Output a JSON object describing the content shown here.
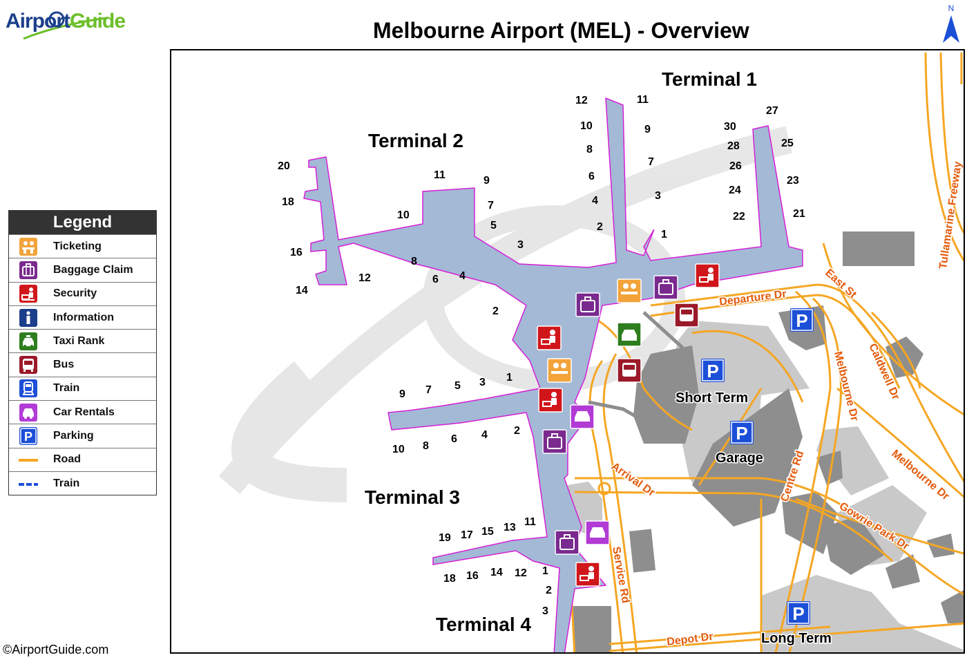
{
  "brand": {
    "part1": "Airport",
    "part2": "Guide"
  },
  "title": "Melbourne Airport (MEL) - Overview",
  "north_label": "N",
  "copyright": "©AirportGuide.com",
  "legend": {
    "title": "Legend",
    "items": [
      {
        "label": "Ticketing",
        "icon": "ticketing-icon",
        "color": "#f2a33a"
      },
      {
        "label": "Baggage Claim",
        "icon": "baggage-icon",
        "color": "#7a2a8e"
      },
      {
        "label": "Security",
        "icon": "security-icon",
        "color": "#d0161b"
      },
      {
        "label": "Information",
        "icon": "information-icon",
        "color": "#1b3f8b"
      },
      {
        "label": "Taxi Rank",
        "icon": "taxi-icon",
        "color": "#2e7d1e"
      },
      {
        "label": "Bus",
        "icon": "bus-icon",
        "color": "#9b1a2a"
      },
      {
        "label": "Train",
        "icon": "train-icon",
        "color": "#1f4fd8"
      },
      {
        "label": "Car Rentals",
        "icon": "car-rental-icon",
        "color": "#b23bd6"
      },
      {
        "label": "Parking",
        "icon": "parking-icon",
        "color": "#1c4fd8"
      },
      {
        "label": "Road",
        "icon": "road-swatch",
        "color": "#f5a623"
      },
      {
        "label": "Train",
        "icon": "train-line-swatch",
        "color": "#1f4fd8"
      }
    ]
  },
  "terminals": {
    "t1": "Terminal 1",
    "t2": "Terminal 2",
    "t3": "Terminal 3",
    "t4": "Terminal 4"
  },
  "parking": {
    "short_term": "Short Term",
    "garage": "Garage",
    "long_term": "Long Term",
    "symbol": "P"
  },
  "roads": {
    "departure": "Departure Dr",
    "arrival": "Arrival Dr",
    "east": "East St",
    "caldwell": "Caldwell Dr",
    "melbourne1": "Melbourne Dr",
    "melbourne2": "Melbourne Dr",
    "tullamarine": "Tullamarine Freeway",
    "centre": "Centre Rd",
    "gowrie": "Gowrie Park Dr",
    "service": "Service Rd",
    "depot": "Depot Dr"
  },
  "gates": {
    "t1": [
      "12",
      "11",
      "10",
      "9",
      "8",
      "7",
      "6",
      "3",
      "4",
      "2",
      "1",
      "30",
      "27",
      "28",
      "25",
      "26",
      "23",
      "24",
      "21",
      "22"
    ],
    "t2": [
      "20",
      "18",
      "16",
      "14",
      "12",
      "11",
      "10",
      "9",
      "7",
      "5",
      "8",
      "6",
      "4",
      "3",
      "2"
    ],
    "t3": [
      "9",
      "7",
      "5",
      "3",
      "1",
      "10",
      "8",
      "6",
      "4",
      "2"
    ],
    "t4": [
      "19",
      "17",
      "15",
      "13",
      "11",
      "18",
      "16",
      "14",
      "12",
      "1",
      "2",
      "3"
    ]
  },
  "colors": {
    "terminal_fill": "#a3b9d6",
    "terminal_stroke": "#d61ed6",
    "road": "#f5a623",
    "road_label": "#e35a0a",
    "building": "#8e8e8e",
    "parking_area": "#c9c9c9"
  }
}
